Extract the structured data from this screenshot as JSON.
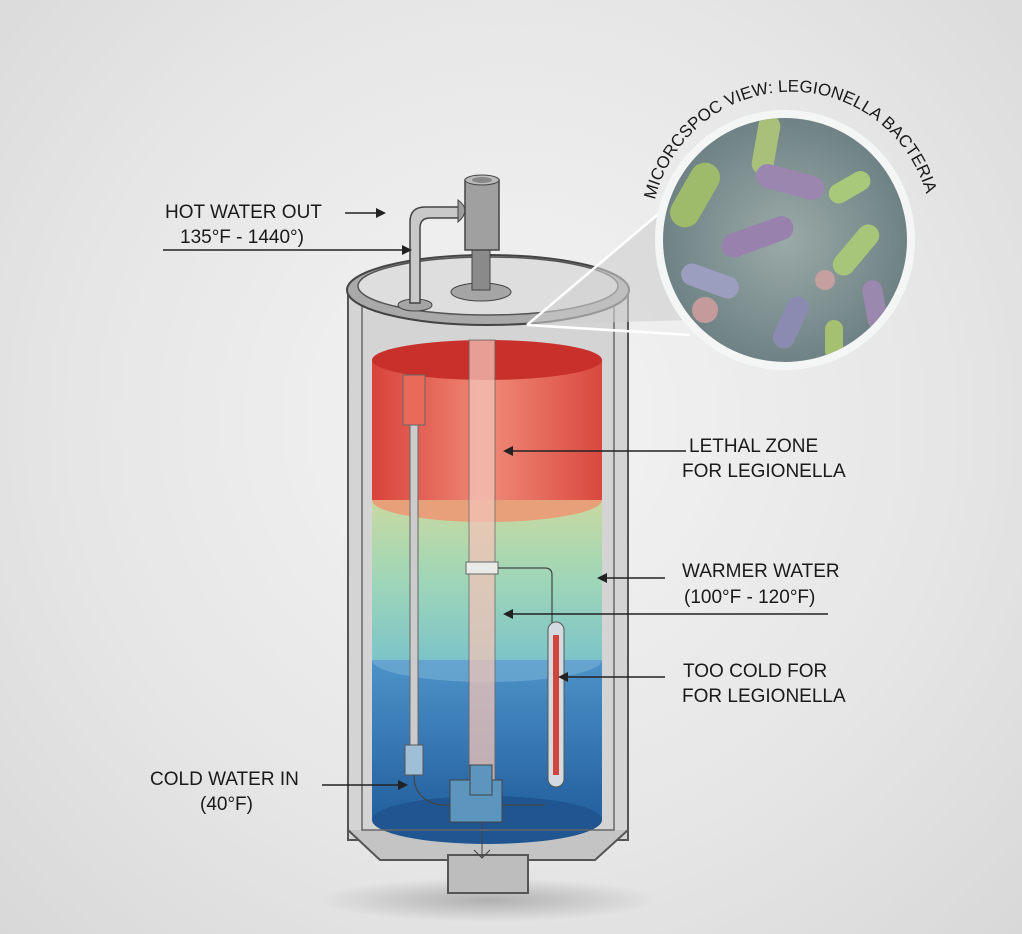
{
  "labels": {
    "hot_water_out": "HOT WATER OUT",
    "hot_water_temp": "135°F - 1440°)",
    "lethal_zone_1": "LETHAL ZONE",
    "lethal_zone_2": "FOR LEGIONELLA",
    "warmer_water_1": "WARMER WATER",
    "warmer_water_2": "(100°F - 120°F)",
    "too_cold_1": "TOO COLD FOR",
    "too_cold_2": "FOR LEGIONELLA",
    "cold_water_in": "COLD WATER IN",
    "cold_water_temp": "(40°F)",
    "microscope_view": "MICORCSPOC VIEW: LEGIONELLA BACTERIA"
  },
  "colors": {
    "hot_zone": "#e8524a",
    "warm_zone": "#9fd3b0",
    "cold_zone": "#2f6fb0",
    "tank": "#9a9a9a"
  }
}
